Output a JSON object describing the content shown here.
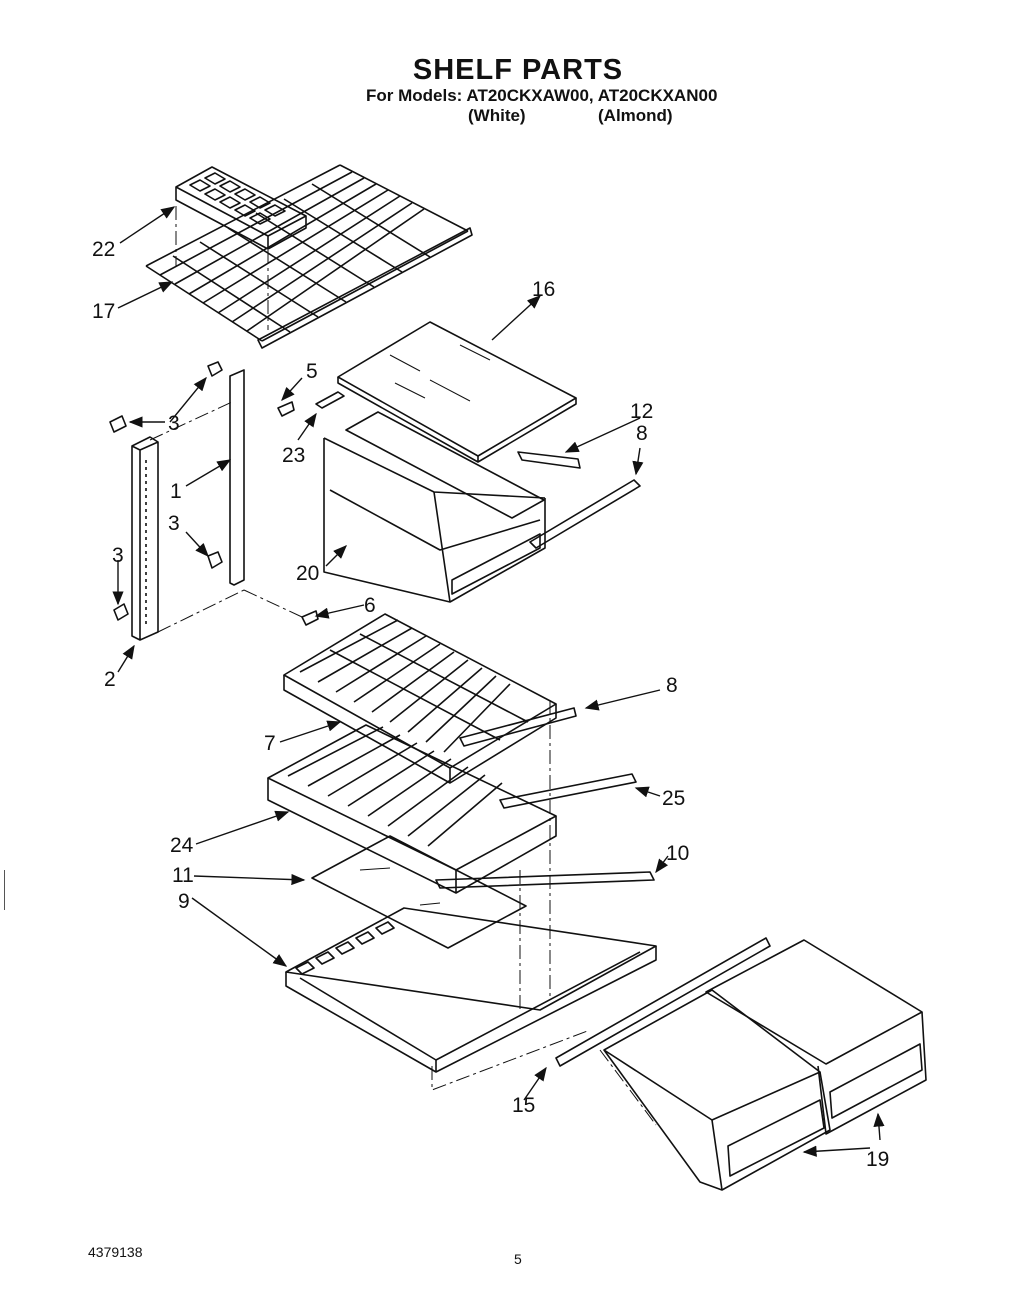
{
  "header": {
    "title": "SHELF PARTS",
    "models_line": "For Models: AT20CKXAW00, AT20CKXAN00",
    "color_white": "(White)",
    "color_almond": "(Almond)"
  },
  "footer": {
    "part_number": "4379138",
    "page_number": "5"
  },
  "callouts": [
    {
      "id": "c22",
      "label": "22"
    },
    {
      "id": "c17",
      "label": "17"
    },
    {
      "id": "c16",
      "label": "16"
    },
    {
      "id": "c5",
      "label": "5"
    },
    {
      "id": "c3a",
      "label": "3"
    },
    {
      "id": "c23",
      "label": "23"
    },
    {
      "id": "c12",
      "label": "12"
    },
    {
      "id": "c8a",
      "label": "8"
    },
    {
      "id": "c1",
      "label": "1"
    },
    {
      "id": "c3b",
      "label": "3"
    },
    {
      "id": "c3c",
      "label": "3"
    },
    {
      "id": "c20",
      "label": "20"
    },
    {
      "id": "c6",
      "label": "6"
    },
    {
      "id": "c2",
      "label": "2"
    },
    {
      "id": "c8b",
      "label": "8"
    },
    {
      "id": "c7",
      "label": "7"
    },
    {
      "id": "c25",
      "label": "25"
    },
    {
      "id": "c24",
      "label": "24"
    },
    {
      "id": "c10",
      "label": "10"
    },
    {
      "id": "c11",
      "label": "11"
    },
    {
      "id": "c9",
      "label": "9"
    },
    {
      "id": "c15",
      "label": "15"
    },
    {
      "id": "c19",
      "label": "19"
    }
  ]
}
